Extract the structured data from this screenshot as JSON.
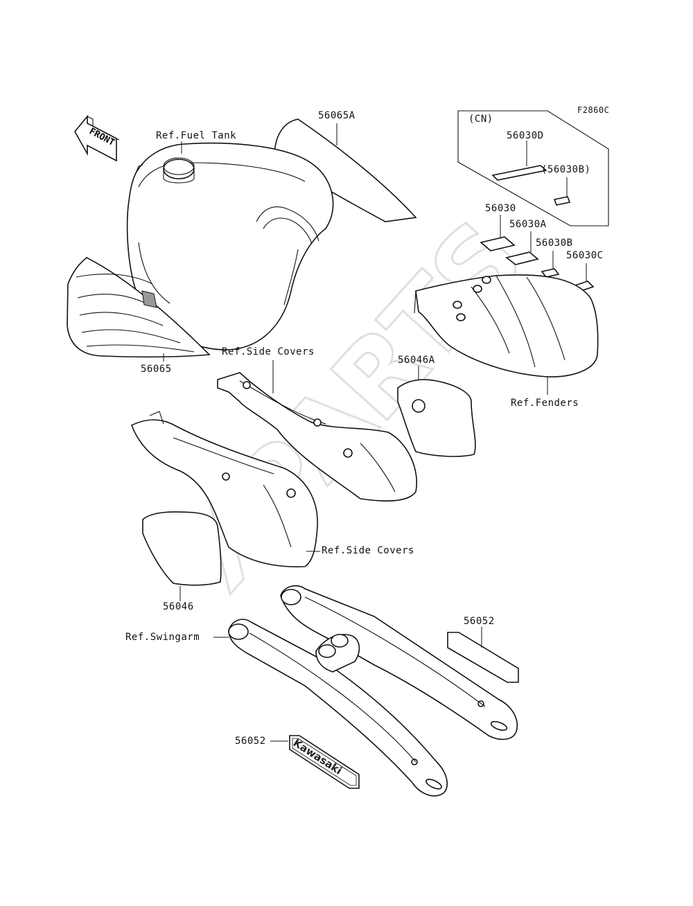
{
  "figure_code": "F2860C",
  "front_arrow_text": "FRONT",
  "watermark_text": "XPARTS",
  "logo_text": "Kawasaki",
  "cn_box": {
    "heading": "(CN)",
    "part_a": "56030D",
    "part_b": "(56030B)"
  },
  "labels": {
    "ref_fuel_tank": "Ref.Fuel Tank",
    "p_56065A": "56065A",
    "p_56030": "56030",
    "p_56030A": "56030A",
    "p_56030B": "56030B",
    "p_56030C": "56030C",
    "p_56065": "56065",
    "ref_side_covers_upper": "Ref.Side Covers",
    "p_56046A": "56046A",
    "ref_fenders": "Ref.Fenders",
    "ref_side_covers_lower": "Ref.Side Covers",
    "p_56046": "56046",
    "p_56052_right": "56052",
    "ref_swingarm": "Ref.Swingarm",
    "p_56052_left": "56052"
  }
}
